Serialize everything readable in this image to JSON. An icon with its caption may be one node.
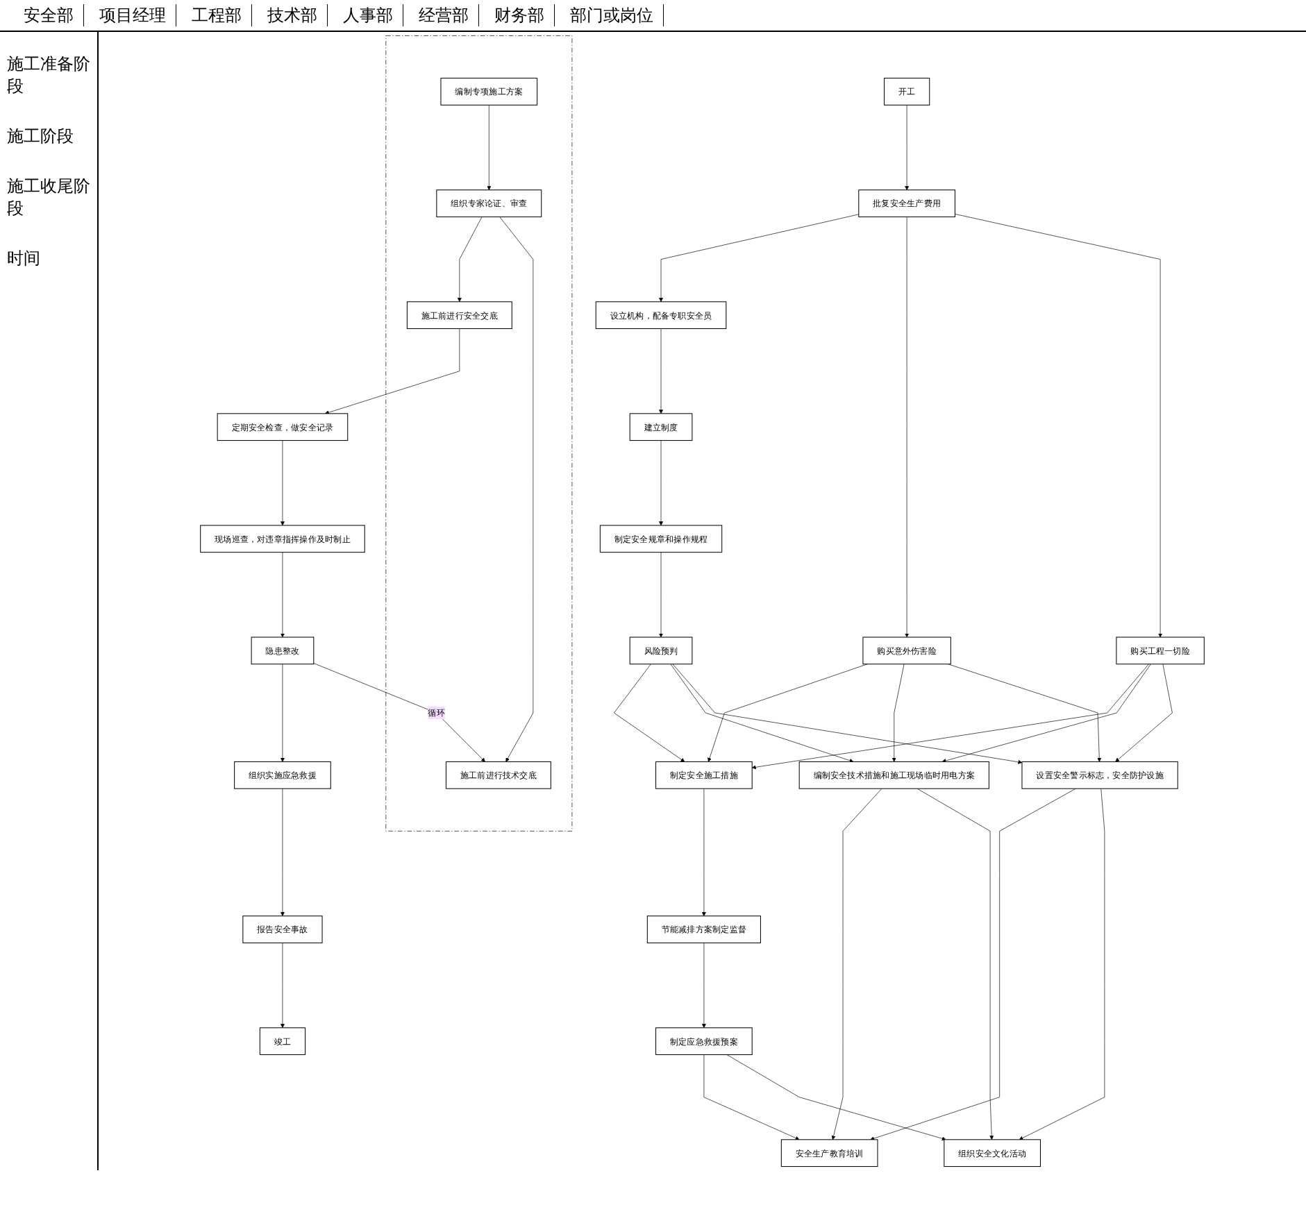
{
  "diagram": {
    "nodes": [
      {
        "text": [
          "开工"
        ]
      },
      {
        "text": [
          "批复安全生产费用"
        ]
      },
      {
        "text": [
          "设立机构，配备专职安全员"
        ]
      },
      {
        "text": [
          "建立制度"
        ]
      },
      {
        "text": [
          "制定安全规章和操作规程"
        ]
      },
      {
        "text": [
          "风险预判"
        ]
      },
      {
        "text": [
          "购买意外伤害险"
        ]
      },
      {
        "text": [
          "购买工程一切险"
        ]
      },
      {
        "text": [
          "制定安全施工措施"
        ]
      },
      {
        "text": [
          "节能减排方案制定监督"
        ]
      },
      {
        "text": [
          "制定应急救援预案"
        ]
      },
      {
        "text": [
          "编制安全技术措施和施工现场临时用电方案"
        ]
      },
      {
        "text": [
          "设置安全警示标志，安全防护设施"
        ]
      },
      {
        "text": [
          "安全生产教育培训"
        ]
      },
      {
        "text": [
          "组织安全文化活动"
        ]
      },
      {
        "text": [],
        "shape": "box"
      },
      {
        "text": [
          "编制专项施工方案"
        ],
        "in": 15
      },
      {
        "text": [
          "组织专家论证、审查"
        ],
        "in": 15
      },
      {
        "text": [
          "施工前进行安全交底"
        ],
        "in": 15
      },
      {
        "text": [
          "施工前进行技术交底"
        ],
        "in": 15
      },
      {
        "text": [
          "定期安全检查，做安全记录"
        ]
      },
      {
        "text": [
          "现场巡查，对违章指挥操作及时制止"
        ]
      },
      {
        "text": [
          "隐患整改"
        ]
      },
      {
        "text": [
          "组织实施应急救援"
        ]
      },
      {
        "text": [
          "报告安全事故"
        ]
      },
      {
        "text": [
          "竣工"
        ]
      }
    ],
    "edges": [
      {
        "from": 0,
        "to": 1,
        "arrow": "to"
      },
      {
        "from": 1,
        "to": 2,
        "arrow": "to"
      },
      {
        "from": 1,
        "to": 6,
        "arrow": "to"
      },
      {
        "from": 1,
        "to": 7,
        "arrow": "to"
      },
      {
        "from": 2,
        "to": 3,
        "arrow": "to"
      },
      {
        "from": 3,
        "to": 4,
        "arrow": "to"
      },
      {
        "from": 4,
        "to": 5,
        "arrow": "to"
      },
      {
        "from": 5,
        "to": 8,
        "arrow": "to"
      },
      {
        "from": 5,
        "to": 11,
        "arrow": "to"
      },
      {
        "from": 5,
        "to": 12,
        "arrow": "to"
      },
      {
        "from": 6,
        "to": 8,
        "arrow": "to"
      },
      {
        "from": 6,
        "to": 11,
        "arrow": "to"
      },
      {
        "from": 6,
        "to": 12,
        "arrow": "to"
      },
      {
        "from": 7,
        "to": 8,
        "arrow": "to"
      },
      {
        "from": 7,
        "to": 11,
        "arrow": "to"
      },
      {
        "from": 7,
        "to": 12,
        "arrow": "to"
      },
      {
        "from": 8,
        "to": 9,
        "arrow": "to"
      },
      {
        "from": 9,
        "to": 10,
        "arrow": "to"
      },
      {
        "from": 10,
        "to": 13,
        "arrow": "to"
      },
      {
        "from": 10,
        "to": 14,
        "arrow": "to"
      },
      {
        "from": 11,
        "to": 13,
        "arrow": "to"
      },
      {
        "from": 11,
        "to": 14,
        "arrow": "to"
      },
      {
        "from": 12,
        "to": 13,
        "arrow": "to"
      },
      {
        "from": 12,
        "to": 14,
        "arrow": "to"
      },
      {
        "from": 16,
        "to": 17,
        "arrow": "to"
      },
      {
        "from": 17,
        "to": 18,
        "arrow": "to"
      },
      {
        "from": 17,
        "to": 19,
        "arrow": "to"
      },
      {
        "from": 18,
        "to": 20,
        "arrow": "to"
      },
      {
        "from": 20,
        "to": 21,
        "arrow": "to"
      },
      {
        "from": 21,
        "to": 22,
        "arrow": "to"
      },
      {
        "from": 22,
        "to": 19,
        "arrow": "to",
        "label": "循环"
      },
      {
        "from": 22,
        "to": 23,
        "arrow": "to"
      },
      {
        "from": 23,
        "to": 24,
        "arrow": "to"
      },
      {
        "from": 24,
        "to": 25,
        "arrow": "to"
      }
    ],
    "labels": [
      "安全部",
      "项目经理",
      "工程部",
      "技术部",
      "人事部",
      "经营部",
      "财务部",
      "部门或岗位",
      "施工准备阶段",
      "施工阶段",
      "施工收尾阶段",
      "时间"
    ]
  }
}
